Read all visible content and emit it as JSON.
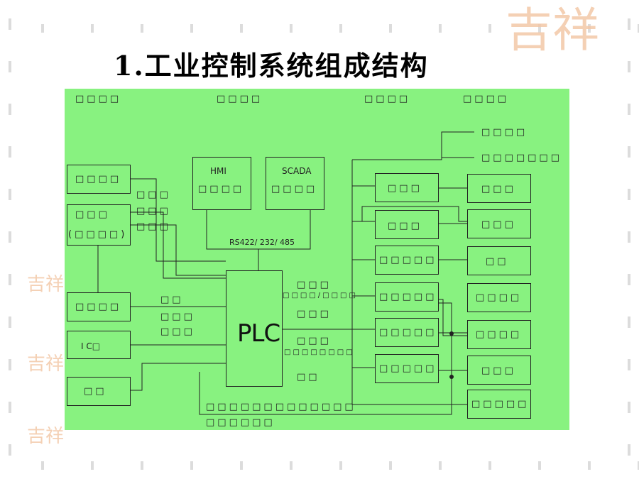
{
  "title": "1.工业控制系统组成结构",
  "headers": [
    "□□□□",
    "□□□□",
    "□□□□",
    "□□□□"
  ],
  "left_boxes": {
    "b1": "□□□□",
    "b2_top": "□□□",
    "b2_bottom": "(□□□□)",
    "b3": "□□□□",
    "b4": "I C□",
    "b5": "□□"
  },
  "left_wire_labels": [
    "□□□",
    "□□□",
    "□□□",
    "□□",
    "□□□",
    "□□□"
  ],
  "hmi": {
    "name": "HMI",
    "sub": "□□□□"
  },
  "scada": {
    "name": "SCADA",
    "sub": "□□□□"
  },
  "bus_label": "RS422/ 232/ 485",
  "plc_label": "PLC",
  "bottom_labels": [
    "□□□□□□□□□□□□□",
    "□□□□□□"
  ],
  "mid_labels": [
    "□□□",
    "□□□□/□□□□",
    "□□□",
    "□□□",
    "□□□□□□□□",
    "□□"
  ],
  "top_right_labels": [
    "□□□□",
    "□□□□□□□"
  ],
  "right_col1": [
    "□□□",
    "□□□",
    "□□□□□",
    "□□□□□",
    "□□□□□",
    "□□□□□"
  ],
  "right_col2": [
    "□□□",
    "□□□",
    "□□",
    "□□□□",
    "□□□□",
    "□□□",
    "□□□□□"
  ],
  "colors": {
    "panel": "#88f280",
    "line": "#222222",
    "stamp": "#f3c8a8"
  }
}
